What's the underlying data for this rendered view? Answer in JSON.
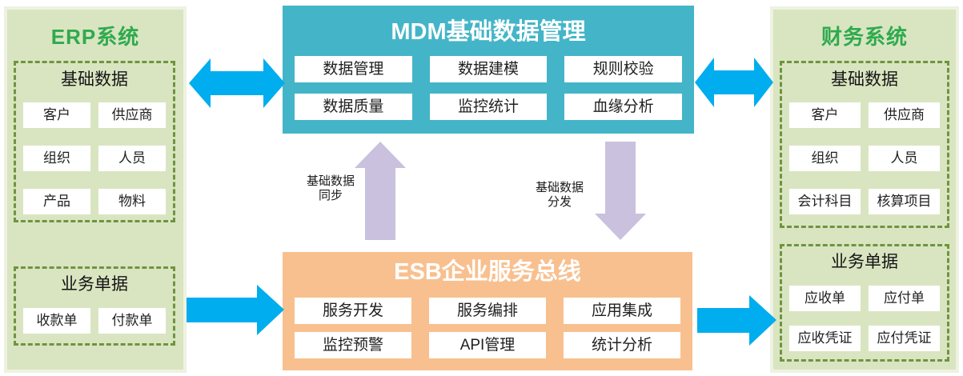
{
  "left_panel": {
    "title": "ERP系统",
    "basic": {
      "title": "基础数据",
      "items": [
        "客户",
        "供应商",
        "组织",
        "人员",
        "产品",
        "物料"
      ]
    },
    "docs": {
      "title": "业务单据",
      "items": [
        "收款单",
        "付款单"
      ]
    }
  },
  "mdm": {
    "title": "MDM基础数据管理",
    "items": [
      "数据管理",
      "数据建模",
      "规则校验",
      "数据质量",
      "监控统计",
      "血缘分析"
    ]
  },
  "esb": {
    "title": "ESB企业服务总线",
    "items": [
      "服务开发",
      "服务编排",
      "应用集成",
      "监控预警",
      "API管理",
      "统计分析"
    ]
  },
  "right_panel": {
    "title": "财务系统",
    "basic": {
      "title": "基础数据",
      "items": [
        "客户",
        "供应商",
        "组织",
        "人员",
        "会计科目",
        "核算项目"
      ]
    },
    "docs": {
      "title": "业务单据",
      "items": [
        "应收单",
        "应付单",
        "应收凭证",
        "应付凭证"
      ]
    }
  },
  "arrows": {
    "sync": {
      "line1": "基础数据",
      "line2": "同步"
    },
    "dispatch": {
      "line1": "基础数据",
      "line2": "分发"
    }
  },
  "colors": {
    "panel_bg": "#d9e5c1",
    "panel_border": "#edf2e1",
    "panel_title_green": "#2faa4e",
    "dashed_border": "#6f9440",
    "mdm_bg": "#44b5c8",
    "esb_bg": "#f8c08f",
    "arrow_blue": "#00adee",
    "arrow_purple": "#c9c1dd",
    "cell_bg": "#ffffff",
    "cell_text": "#1f1f1f"
  }
}
